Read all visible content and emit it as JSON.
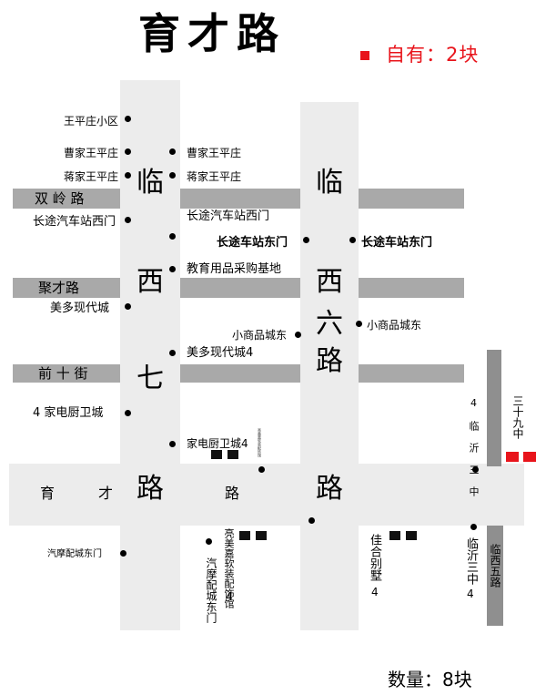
{
  "title": "育才路",
  "owned": {
    "label": "自有：2块",
    "color": "#e8141b"
  },
  "quantity": "数量：8块",
  "roads": {
    "lin_xi_7": [
      "临",
      "西",
      "七",
      "路"
    ],
    "lin_xi_6": [
      "临",
      "西",
      "六",
      "路"
    ],
    "yu_cai": [
      "育",
      "才"
    ],
    "lu_mid": "路",
    "shuang_ling": "双 岭 路",
    "ju_cai": "聚才路",
    "qian_shi": "前 十 街",
    "lin_xi_5": "临西五路",
    "san_shi_jiu": "三十九中"
  },
  "places": {
    "wangpingzhuang_xiaoqu": "王平庄小区",
    "caojia_left": "曹家王平庄",
    "caojia_right": "曹家王平庄",
    "jiangjia_left": "蒋家王平庄",
    "jiangjia_right": "蒋家王平庄",
    "changtu_qiche_left": "长途汽车站西门",
    "changtu_qiche_right": "长途汽车站西门",
    "changtu_dongmen_left": "长途车站东门",
    "changtu_dongmen_right": "长途车站东门",
    "jiaoyu_yongpin": "教育用品采购基地",
    "meiduo_left": "美多现代城",
    "meiduo_right": "美多现代城4",
    "xiaoshangpin_left": "小商品城东",
    "xiaoshangpin_right": "小商品城东",
    "jiadian_left": "4 家电厨卫城",
    "jiadian_right": "家电厨卫城4",
    "tiny_vertical": "亮美嘉软装配饰馆",
    "linyi_sanzhong_top": "4 临 沂 三 中",
    "qimo_dongmen_left": "汽摩配城东门",
    "liangmeijia": "亮美嘉软装配饰馆",
    "qimo_dongmen_vert": "汽摩配城东门",
    "digit_4": "4",
    "jiahe_bieshu": "佳合别墅",
    "linyi_sanzhong_bottom": "临沂三中"
  }
}
